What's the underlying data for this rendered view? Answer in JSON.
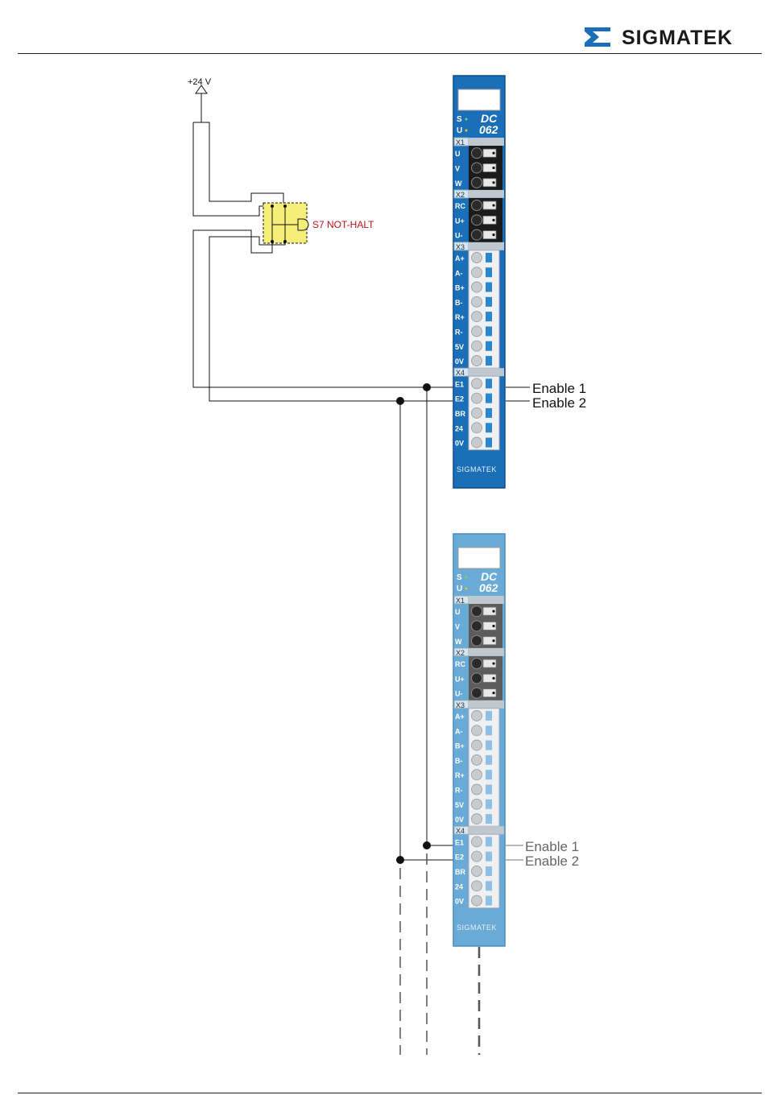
{
  "header": {
    "brand": "SIGMATEK"
  },
  "supply": {
    "label": "+24 V"
  },
  "switch": {
    "label": "S7 NOT-HALT",
    "color": "#c0101a"
  },
  "module_top": {
    "name_line1": "DC",
    "name_line2": "062",
    "status": [
      "S",
      "U"
    ],
    "connectors": [
      {
        "id": "X1",
        "pins": [
          "U",
          "V",
          "W"
        ]
      },
      {
        "id": "X2",
        "pins": [
          "RC",
          "U+",
          "U-"
        ]
      },
      {
        "id": "X3",
        "pins": [
          "A+",
          "A-",
          "B+",
          "B-",
          "R+",
          "R-",
          "5V",
          "0V"
        ]
      },
      {
        "id": "X4",
        "pins": [
          "E1",
          "E2",
          "BR",
          "24",
          "0V"
        ]
      }
    ],
    "footer_brand": "SIGMATEK",
    "enable1": "Enable 1",
    "enable2": "Enable 2",
    "color": "#1a6fb8"
  },
  "module_bottom": {
    "name_line1": "DC",
    "name_line2": "062",
    "status": [
      "S",
      "U"
    ],
    "connectors": [
      {
        "id": "X1",
        "pins": [
          "U",
          "V",
          "W"
        ]
      },
      {
        "id": "X2",
        "pins": [
          "RC",
          "U+",
          "U-"
        ]
      },
      {
        "id": "X3",
        "pins": [
          "A+",
          "A-",
          "B+",
          "B-",
          "R+",
          "R-",
          "5V",
          "0V"
        ]
      },
      {
        "id": "X4",
        "pins": [
          "E1",
          "E2",
          "BR",
          "24",
          "0V"
        ]
      }
    ],
    "footer_brand": "SIGMATEK",
    "enable1": "Enable 1",
    "enable2": "Enable 2",
    "color": "#6aaad6"
  }
}
